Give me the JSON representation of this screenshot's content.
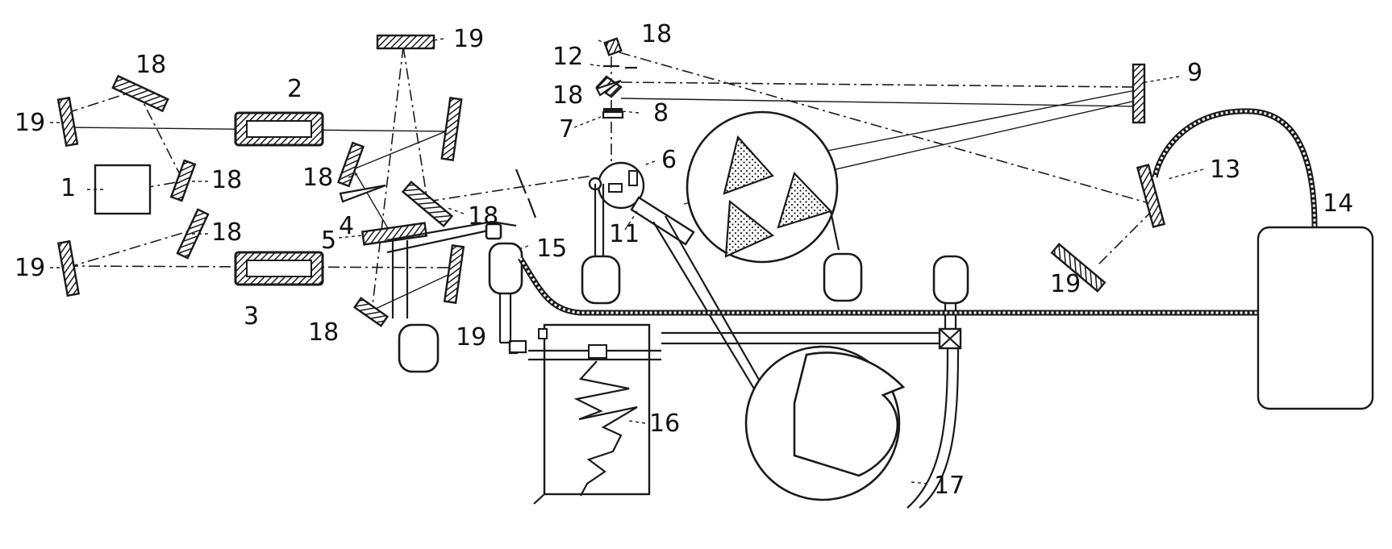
{
  "labels": {
    "l1": "1",
    "l2": "2",
    "l3": "3",
    "l4": "4",
    "l5": "5",
    "l6": "6",
    "l7": "7",
    "l8": "8",
    "l9": "9",
    "l11": "11",
    "l12": "12",
    "l13": "13",
    "l14": "14",
    "l15": "15",
    "l16": "16",
    "l17": "17",
    "l18": "18",
    "l19": "19"
  }
}
